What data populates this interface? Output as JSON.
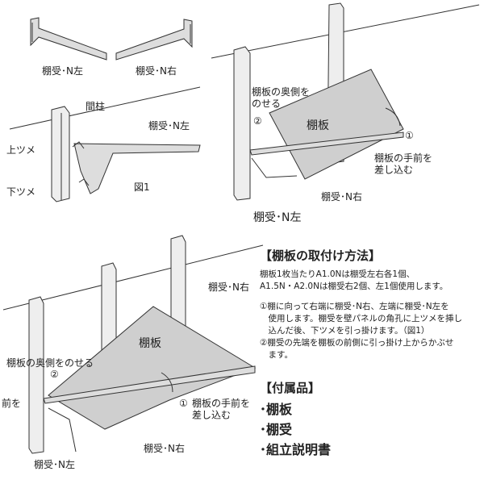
{
  "diagram": {
    "top_left": {
      "left_bracket_label": "棚受･N左",
      "right_bracket_label": "棚受･N右"
    },
    "mid_left": {
      "pillar_label": "間柱",
      "bracket_label": "棚受･N左",
      "upper_hook_label": "上ツメ",
      "lower_hook_label": "下ツメ",
      "figure_label": "図1"
    },
    "top_right": {
      "back_label": "棚板の奥側を\nのせる",
      "shelf_label": "棚板",
      "front_label": "棚板の手前を\n差し込む",
      "right_bracket_label": "棚受･N右",
      "left_bracket_label": "棚受･N左",
      "step1": "①",
      "step2": "②"
    },
    "bottom_left": {
      "shelf_label": "棚板",
      "right_bracket_label": "棚受･N右",
      "back_label": "棚板の奥側をのせる",
      "front_partial": "前を",
      "front_label": "棚板の手前を\n差し込む",
      "step1": "①",
      "bottom_right_bracket_label": "棚受･N右",
      "left_bracket_label": "棚受･N左",
      "step2": "②"
    }
  },
  "instructions": {
    "title": "【棚板の取付け方法】",
    "intro": "棚板1枚当たりA1.0Nは棚受左右各1個、\nA1.5N・A2.0Nは棚受右2個、左1個使用します。",
    "steps": [
      "①棚に向って右端に棚受･N右、左端に棚受･N左を\n　使用します。棚受を壁パネルの角孔に上ツメを挿し\n　込んだ後、下ツメを引っ掛けます。（図1）",
      "②棚受の先端を棚板の前側に引っ掛け上からかぶせ\n　ます。"
    ]
  },
  "accessories": {
    "title": "【付属品】",
    "items": [
      "･棚板",
      "･棚受",
      "･組立説明書"
    ]
  }
}
